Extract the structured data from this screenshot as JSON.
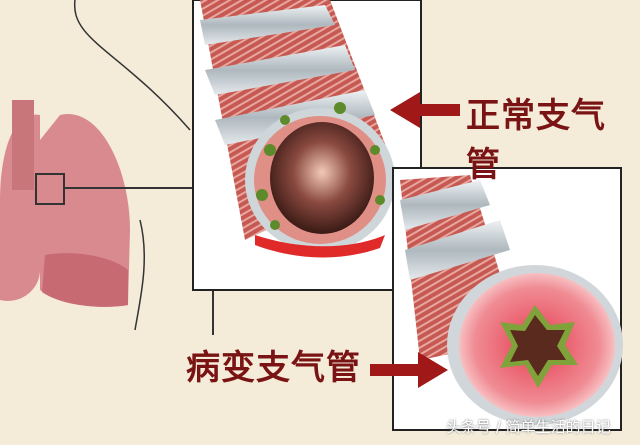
{
  "labels": {
    "normal_bronchus": "正常支气管",
    "diseased_bronchus": "病变支气管"
  },
  "watermark": "头条号 / 简单生活的日记",
  "colors": {
    "background": "#f4ecd9",
    "label_text": "#7a1414",
    "arrow": "#a01818",
    "lung": "#d98a8f",
    "airway_muscle": "#c0504a",
    "cartilage_ring": "#cfd6da",
    "mucus": "#5d8a2a"
  }
}
